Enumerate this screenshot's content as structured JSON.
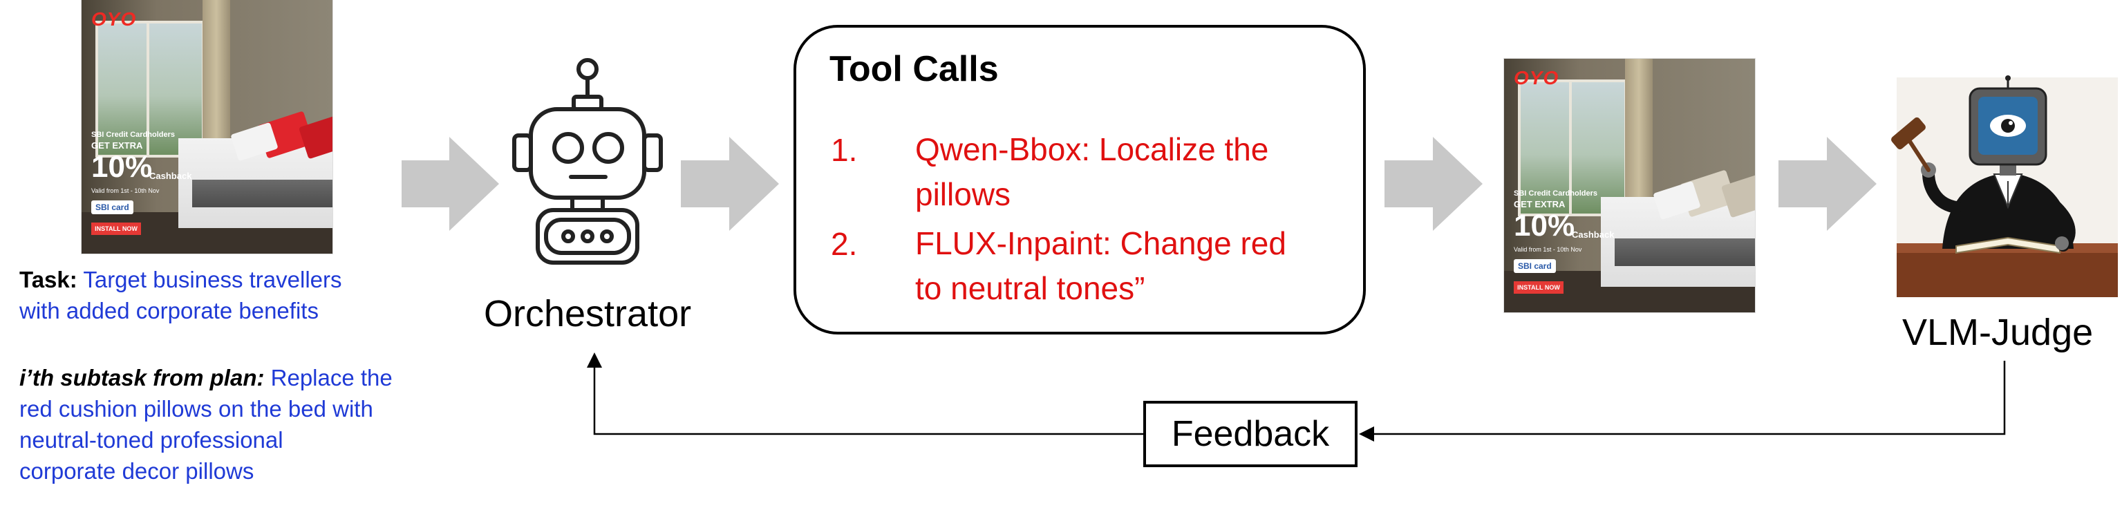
{
  "input_ad": {
    "logo": "OYO",
    "promo_line1": "SBI Credit Cardholders",
    "promo_line2": "GET EXTRA",
    "promo_big": "10%",
    "promo_sub": "Cashback",
    "valid": "Valid from 1st - 10th Nov",
    "bank": "SBI card",
    "cta": "INSTALL NOW",
    "pillow_color": "#e0252c"
  },
  "output_ad": {
    "logo": "OYO",
    "promo_line1": "SBI Credit Cardholders",
    "promo_line2": "GET EXTRA",
    "promo_big": "10%",
    "promo_sub": "Cashback",
    "valid": "Valid from 1st - 10th Nov",
    "bank": "SBI card",
    "cta": "INSTALL NOW",
    "pillow_color": "#d9d2c3"
  },
  "task": {
    "label": "Task:",
    "text_line1": "Target business travellers",
    "text_line2": "with added corporate benefits"
  },
  "subtask": {
    "label": "i’th subtask from plan:",
    "text_line1": "Replace the",
    "text_line2": "red cushion pillows on the bed with",
    "text_line3": "neutral-toned professional",
    "text_line4": "corporate decor pillows"
  },
  "orchestrator": {
    "label": "Orchestrator"
  },
  "tool_calls": {
    "title": "Tool Calls",
    "steps": [
      {
        "num": "1.",
        "line1": "Qwen-Bbox: Localize the",
        "line2": "pillows"
      },
      {
        "num": "2.",
        "line1": "FLUX-Inpaint: Change red",
        "line2": "to neutral tones”"
      }
    ]
  },
  "judge": {
    "label": "VLM-Judge"
  },
  "feedback": {
    "label": "Feedback"
  },
  "colors": {
    "arrow": "#c8c8c8",
    "step_text": "#e01010",
    "task_text": "#1f3ad6"
  }
}
